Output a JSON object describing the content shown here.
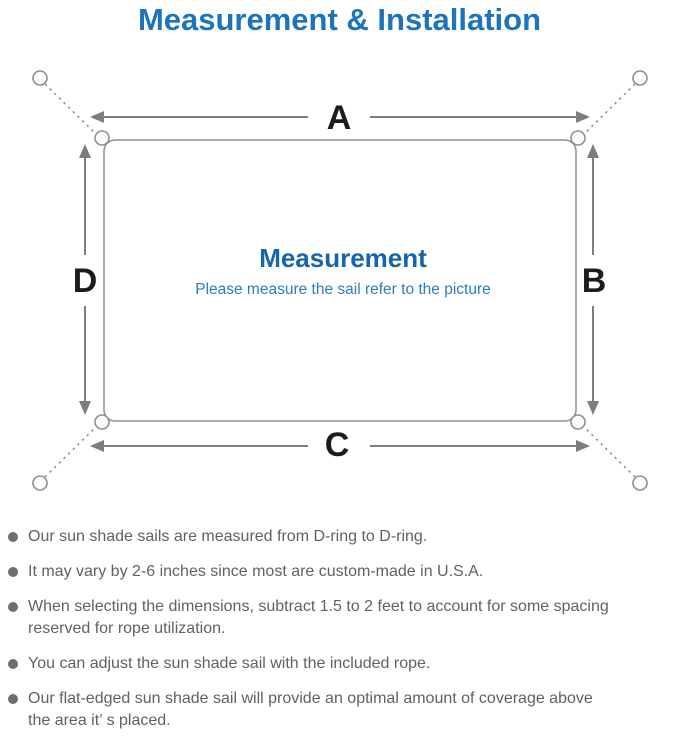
{
  "title": "Measurement & Installation",
  "colors": {
    "title_blue": "#1b74bc",
    "measurement_blue": "#1565ad",
    "subtitle_blue": "#2e7dc1",
    "label_black": "#1c1c1c",
    "line_gray": "#8f8f8f",
    "arrow_gray": "#7d7d7d",
    "bullet_dot_gray": "#6e6e6e",
    "bullet_text_gray": "#616161"
  },
  "diagram": {
    "heading": "Measurement",
    "subheading": "Please measure the sail refer to the picture",
    "side_labels": {
      "top": "A",
      "right": "B",
      "bottom": "C",
      "left": "D"
    }
  },
  "bullets": [
    {
      "text": "Our sun shade sails are measured from D-ring to D-ring."
    },
    {
      "text": "It may vary by 2-6 inches since most are custom-made in U.S.A."
    },
    {
      "text": "When selecting the dimensions, subtract 1.5 to 2 feet to account for some spacing\nreserved for rope utilization."
    },
    {
      "text": "You can adjust the sun shade sail with the included rope."
    },
    {
      "text": "Our flat-edged sun shade sail will provide an optimal amount of coverage above\nthe area it’ s placed."
    }
  ]
}
